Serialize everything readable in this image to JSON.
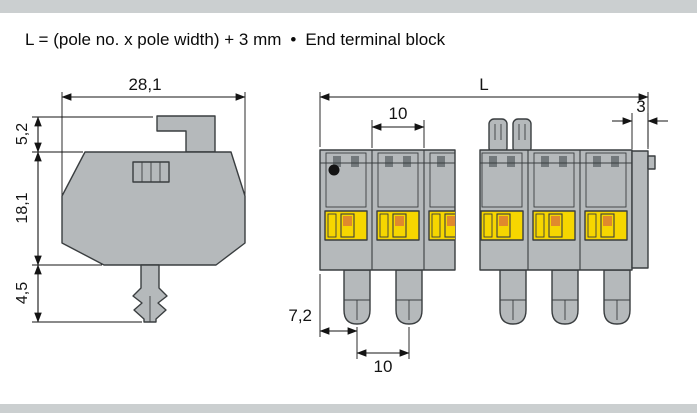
{
  "header": {
    "formula": "L = (pole no. x pole width) + 3 mm",
    "bullet": "•",
    "note": "End terminal block"
  },
  "side_view": {
    "width_label": "28,1",
    "tab_height_label": "5,2",
    "body_height_label": "18,1",
    "foot_height_label": "4,5"
  },
  "front_view": {
    "length_label": "L",
    "pole_width_top_label": "10",
    "end_width_label": "3",
    "foot_offset_label": "7,2",
    "foot_pitch_label": "10"
  },
  "colors": {
    "bg": "#ffffff",
    "band_gray": "#cbcfd0",
    "body_gray": "#b5b9bb",
    "recess_gray": "#a2a7a9",
    "slot_gray": "#73797c",
    "yellow": "#f6d600",
    "orange": "#e0892d",
    "outline": "#3a3e40",
    "dim": "#141414"
  }
}
